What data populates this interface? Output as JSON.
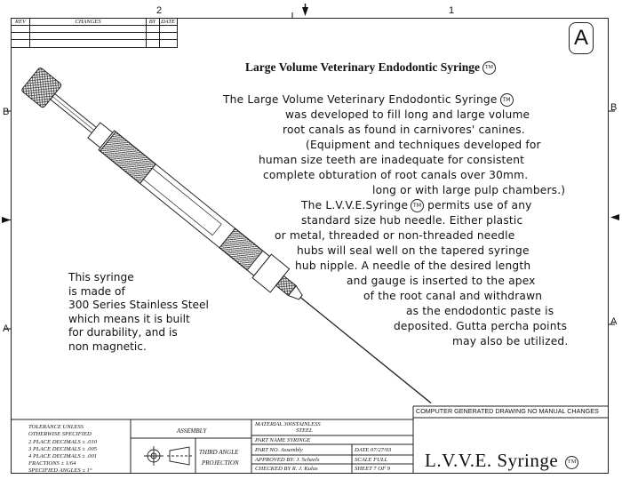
{
  "border": {
    "zone_top_left": "2",
    "zone_top_right": "1",
    "zone_left_top": "B",
    "zone_left_bottom": "A",
    "zone_right_top": "B",
    "zone_right_bottom": "A"
  },
  "revision_block": {
    "rev_header": "REV",
    "changes_header": "CHANGES",
    "by_header": "BY",
    "date_header": "DATE",
    "revision_letter": "A"
  },
  "drawing": {
    "title": "Large Volume Veterinary Endodontic Syringe",
    "tm": "TM",
    "description_lines": [
      "The Large Volume Veterinary Endodontic Syringe",
      "was developed to fill long and large volume",
      "root canals as found in carnivores' canines.",
      "(Equipment and techniques developed for",
      "human size teeth are inadequate for consistent",
      "complete obturation of root canals over 30mm.",
      "long or with large pulp chambers.)",
      "The L.V.V.E.Syringe",
      "permits use of any",
      "standard size hub needle.  Either plastic",
      "or metal, threaded or non-threaded needle",
      "hubs will seal well on the tapered syringe",
      "hub nipple.  A needle of the desired length",
      "and gauge is inserted to the apex",
      "of the root canal and withdrawn",
      "as the endodontic paste is",
      "deposited.  Gutta percha points",
      "may also be utilized."
    ],
    "material_note_lines": [
      "This syringe",
      "is made of",
      "300 Series Stainless Steel",
      "which means it is built",
      "for durability, and is",
      "non magnetic."
    ]
  },
  "title_block": {
    "tolerance_title_1": "TOLERANCE UNLESS",
    "tolerance_title_2": "OTHERWISE SPECIFIED",
    "tol_2place": "2 PLACE DECIMALS ± .010",
    "tol_3place": "3 PLACE DECIMALS ± .005",
    "tol_4place": "4 PLACE DECIMALS ± .001",
    "tol_fractions": "FRACTIONS ± 1/64",
    "tol_angles": "SPECIFIED ANGLES ± 1°",
    "assembly": "ASSEMBLY",
    "third_angle_1": "THIRD ANGLE",
    "third_angle_2": "PROJECTION",
    "material_1": "MATERIAL  300STAINLESS",
    "material_2": "STEEL",
    "part_name": "PART NAME SYRINGE",
    "part_no": "PART NO. Assembly",
    "date": "DATE 07/27/03",
    "approved": "APPROVED BY: J. Scheels",
    "scale": "SCALE FULL",
    "checked": "CHECKED BY   R. J. Kulas",
    "sheet": "SHEET  7  OF  9",
    "computer_generated": "COMPUTER GENERATED DRAWING NO MANUAL CHANGES",
    "drawing_title": "L.V.V.E. Syringe"
  }
}
